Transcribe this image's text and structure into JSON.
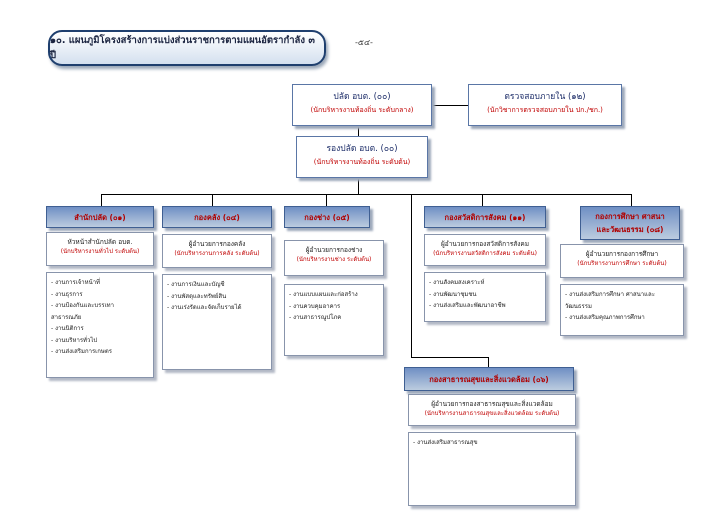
{
  "title": "๑๐. แผนภูมิโครงสร้างการแบ่งส่วนราชการตามแผนอัตรากำลัง ๓ ปี",
  "page_number": "-๕๔-",
  "top": {
    "name": "ปลัด  อบต. (๐๐)",
    "position": "(นักบริหารงานท้องถิ่น ระดับกลาง)"
  },
  "audit": {
    "name": "ตรวจสอบภายใน (๑๒)",
    "position": "(นักวิชาการตรวจสอบภายใน ปก./ชก.)"
  },
  "deputy": {
    "name": "รองปลัด  อบต. (๐๐)",
    "position": "(นักบริหารงานท้องถิ่น ระดับต้น)"
  },
  "divisions": [
    {
      "header": "สำนักปลัด (๐๑)",
      "head_name": "หัวหน้าสำนักปลัด อบต.",
      "head_position": "(นักบริหารงานทั่วไป  ระดับต้น)",
      "duties": [
        "- งานการเจ้าหน้าที่",
        "- งานธุรการ",
        "- งานป้องกันและบรรเทา",
        "   สาธารณภัย",
        "- งานนิติการ",
        "- งานบริหารทั่วไป",
        "- งานส่งเสริมการเกษตร"
      ]
    },
    {
      "header": "กองคลัง (๐๔)",
      "head_name": "ผู้อำนวยการกองคลัง",
      "head_position": "(นักบริหารงานการคลัง ระดับต้น)",
      "duties": [
        "- งานการเงินและบัญชี",
        "- งานพัสดุและทรัพย์สิน",
        "- งานเร่งรัดและจัดเก็บรายได้"
      ]
    },
    {
      "header": "กองช่าง (๐๕)",
      "head_name": "ผู้อำนวยการกองช่าง",
      "head_position": "(นักบริหารงานช่าง ระดับต้น)",
      "duties": [
        "- งานแบบแผนและก่อสร้าง",
        "- งานควบคุมอาคาร",
        "- งานสาธารณูปโภค"
      ]
    },
    {
      "header": "กองสวัสดิการสังคม (๑๑)",
      "head_name": "ผู้อำนวยการกองสวัสดิการสังคม",
      "head_position": "(นักบริหารงานสวัสดิการสังคม  ระดับต้น)",
      "duties": [
        "- งานสังคมสงเคราะห์",
        "- งานพัฒนาชุมชน",
        "- งานส่งเสริมและพัฒนาอาชีพ"
      ]
    },
    {
      "header_line1": "กองการศึกษา ศาสนา",
      "header_line2": "และวัฒนธรรม (๐๘)",
      "head_name": "ผู้อำนวยการกองการศึกษา",
      "head_position": "(นักบริหารงานการศึกษา ระดับต้น)",
      "duties": [
        "- งานส่งเสริมการศึกษา ศาสนาและ",
        "   วัฒนธรรม",
        "- งานส่งเสริมคุณภาพการศึกษา"
      ]
    },
    {
      "header": "กองสาธารณสุขและสิ่งแวดล้อม (๐๖)",
      "head_name": "ผู้อำนวยการกองสาธารณสุขและสิ่งแวดล้อม",
      "head_position": "(นักบริหารงานสาธารณสุขและสิ่งแวดล้อม  ระดับต้น)",
      "duties": [
        "- งานส่งเสริมสาธารณสุข"
      ]
    }
  ]
}
